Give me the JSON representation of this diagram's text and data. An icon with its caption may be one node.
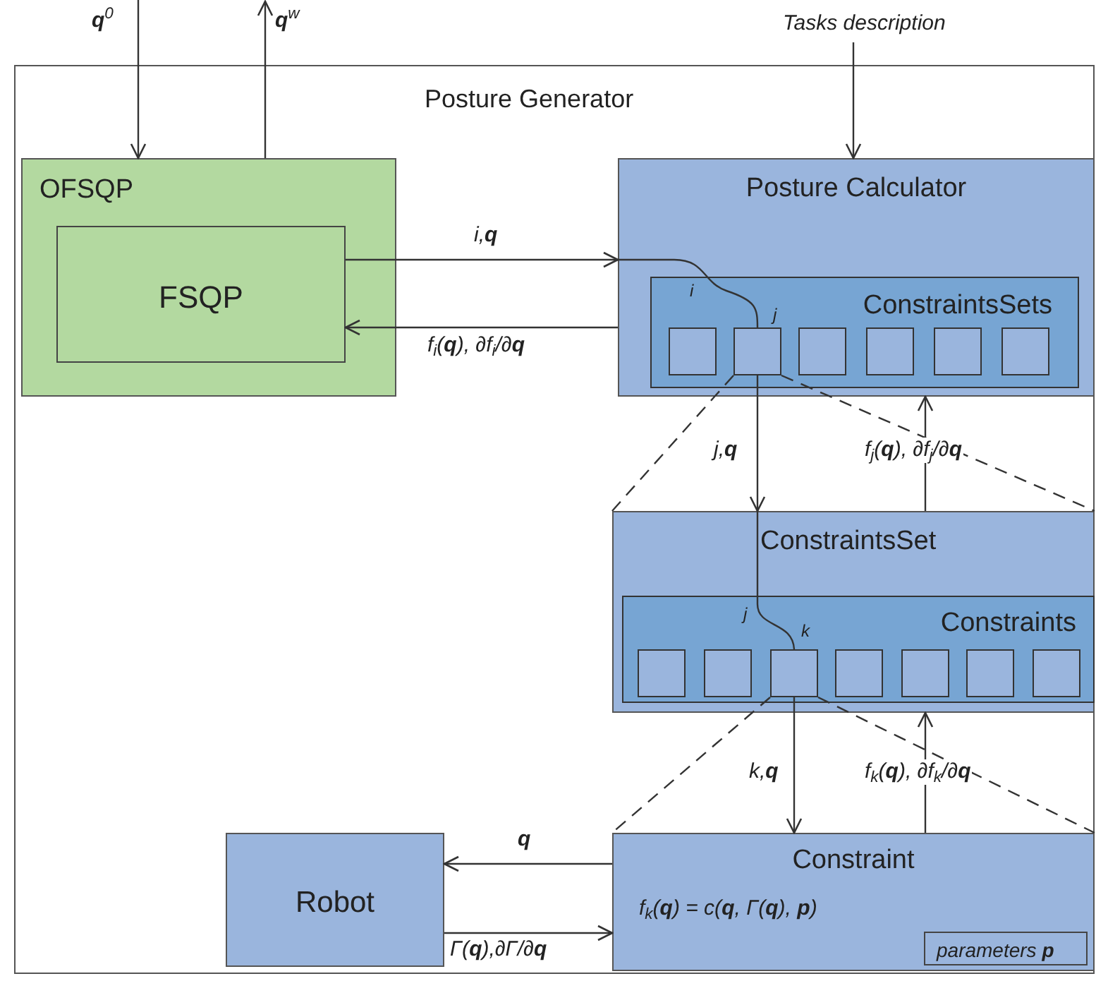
{
  "diagram": {
    "nodes": [
      {
        "text": [
          "Posture Generator"
        ]
      },
      {
        "text": [
          "OFSQP"
        ],
        "in": 0
      },
      {
        "text": [
          "FSQP"
        ],
        "in": 1
      },
      {
        "text": [
          "Posture Calculator"
        ],
        "in": 0
      },
      {
        "text": [
          "ConstraintsSets"
        ],
        "in": 3
      },
      {
        "text": [],
        "shape": "box",
        "in": 4
      },
      {
        "text": [],
        "shape": "box",
        "in": 4
      },
      {
        "text": [],
        "shape": "box",
        "in": 4
      },
      {
        "text": [],
        "shape": "box",
        "in": 4
      },
      {
        "text": [],
        "shape": "box",
        "in": 4
      },
      {
        "text": [],
        "shape": "box",
        "in": 4
      },
      {
        "text": [
          "ConstraintsSet"
        ],
        "in": 0
      },
      {
        "text": [
          "Constraints"
        ],
        "in": 11
      },
      {
        "text": [],
        "shape": "box",
        "in": 12
      },
      {
        "text": [],
        "shape": "box",
        "in": 12
      },
      {
        "text": [],
        "shape": "box",
        "in": 12
      },
      {
        "text": [],
        "shape": "box",
        "in": 12
      },
      {
        "text": [],
        "shape": "box",
        "in": 12
      },
      {
        "text": [],
        "shape": "box",
        "in": 12
      },
      {
        "text": [],
        "shape": "box",
        "in": 12
      },
      {
        "text": [
          "Constraint",
          "f$_{k}$(**q**) = c(**q**, Γ(**q**), **p**)"
        ],
        "in": 0
      },
      {
        "text": [
          "parameters **p**"
        ],
        "in": 20
      },
      {
        "text": [
          "Robot"
        ],
        "in": 0
      },
      {
        "text": [
          "Tasks description"
        ]
      }
    ],
    "edges": [
      {
        "from": null,
        "to": 1,
        "arrow": "to",
        "label": "**q**$^{0}$"
      },
      {
        "from": 1,
        "to": null,
        "arrow": "to",
        "label": "**q**$^{w}$"
      },
      {
        "from": 23,
        "to": 3,
        "arrow": "to"
      },
      {
        "from": 2,
        "to": 3,
        "arrow": "to",
        "label": "i,**q**"
      },
      {
        "from": 3,
        "to": 2,
        "arrow": "to",
        "label": "f$_{i}$(**q**), ∂f$_{i}$/∂**q**"
      },
      {
        "from": 6,
        "to": 11,
        "arrow": "to",
        "label": "j,**q**"
      },
      {
        "from": 11,
        "to": 3,
        "arrow": "to",
        "label": "f$_{j}$(**q**), ∂f$_{j}$/∂**q**"
      },
      {
        "from": 15,
        "to": 20,
        "arrow": "to",
        "label": "k,**q**"
      },
      {
        "from": 20,
        "to": 11,
        "arrow": "to",
        "label": "f$_{k}$(**q**), ∂f$_{k}$/∂**q**"
      },
      {
        "from": 20,
        "to": 22,
        "arrow": "to",
        "label": "**q**"
      },
      {
        "from": 22,
        "to": 20,
        "arrow": "to",
        "label": "Γ(**q**),∂Γ/∂**q**"
      },
      {
        "from": 3,
        "to": 6,
        "arrow": "none"
      },
      {
        "from": 11,
        "to": 15,
        "arrow": "none"
      },
      {
        "from": 6,
        "to": 11,
        "arrow": "none",
        "style": "dashed"
      },
      {
        "from": 6,
        "to": 11,
        "arrow": "none",
        "style": "dashed"
      },
      {
        "from": 15,
        "to": 20,
        "arrow": "none",
        "style": "dashed"
      },
      {
        "from": 15,
        "to": 20,
        "arrow": "none",
        "style": "dashed"
      }
    ],
    "labels": [
      "i",
      "j",
      "j",
      "k"
    ]
  }
}
